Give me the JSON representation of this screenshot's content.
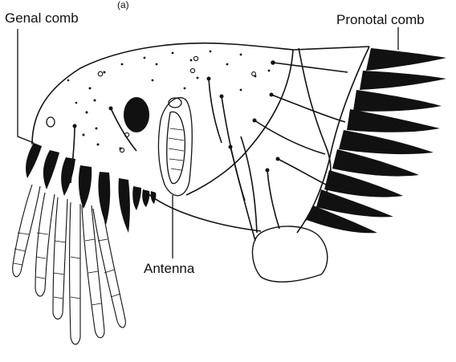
{
  "figure": {
    "panel_marker": "(a)",
    "labels": {
      "genal_comb": "Genal comb",
      "pronotal_comb": "Pronotal comb",
      "antenna": "Antenna"
    },
    "colors": {
      "ink": "#111111",
      "background": "#ffffff"
    }
  }
}
